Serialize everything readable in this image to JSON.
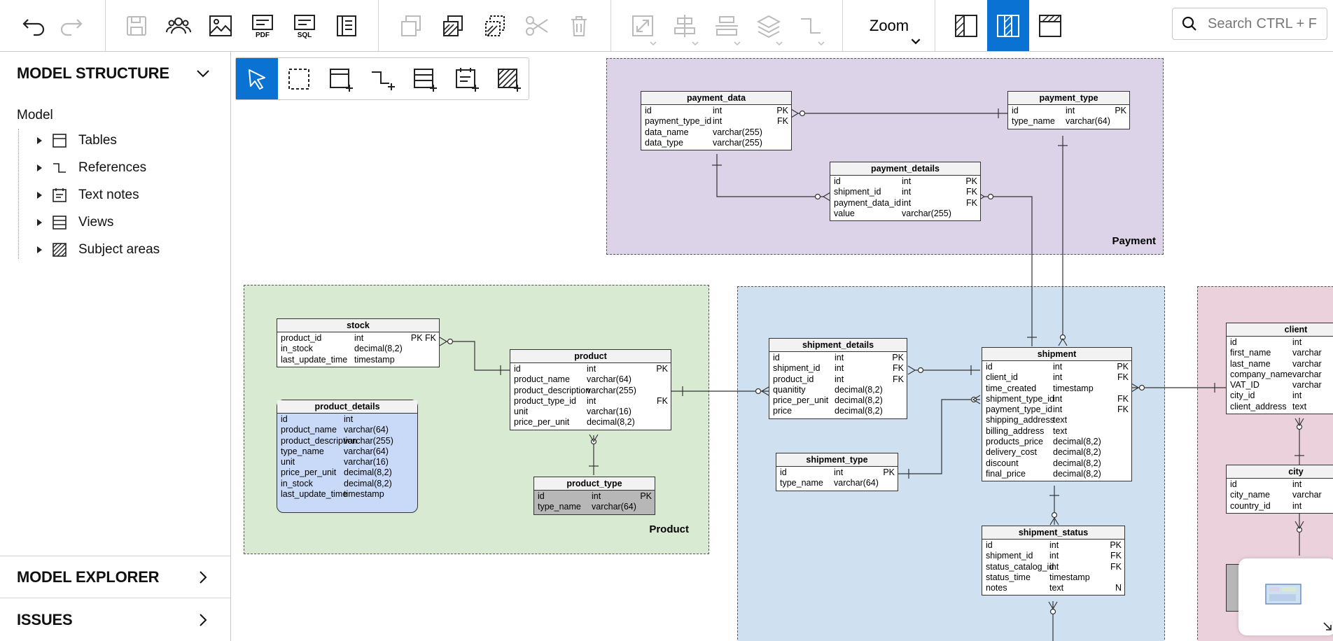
{
  "toolbar": {
    "zoom_label": "Zoom",
    "search_placeholder": "Search",
    "search_shortcut": "CTRL + F",
    "pdf_label": "PDF",
    "sql_label": "SQL"
  },
  "left_panel": {
    "model_structure": "MODEL STRUCTURE",
    "model_label": "Model",
    "tree_items": [
      {
        "label": "Tables",
        "icon": "table-icon"
      },
      {
        "label": "References",
        "icon": "reference-icon"
      },
      {
        "label": "Text notes",
        "icon": "text-note-icon"
      },
      {
        "label": "Views",
        "icon": "view-icon"
      },
      {
        "label": "Subject areas",
        "icon": "subject-area-icon"
      }
    ],
    "model_explorer": "MODEL EXPLORER",
    "issues": "ISSUES"
  },
  "areas": {
    "payment": "Payment",
    "product": "Product"
  },
  "tables": {
    "payment_data": {
      "name": "payment_data",
      "rows": [
        [
          "id",
          "int",
          "PK"
        ],
        [
          "payment_type_id",
          "int",
          "FK"
        ],
        [
          "data_name",
          "varchar(255)",
          ""
        ],
        [
          "data_type",
          "varchar(255)",
          ""
        ]
      ]
    },
    "payment_type": {
      "name": "payment_type",
      "rows": [
        [
          "id",
          "int",
          "PK"
        ],
        [
          "type_name",
          "varchar(64)",
          ""
        ]
      ]
    },
    "payment_details": {
      "name": "payment_details",
      "rows": [
        [
          "id",
          "int",
          "PK"
        ],
        [
          "shipment_id",
          "int",
          "FK"
        ],
        [
          "payment_data_id",
          "int",
          "FK"
        ],
        [
          "value",
          "varchar(255)",
          ""
        ]
      ]
    },
    "stock": {
      "name": "stock",
      "rows": [
        [
          "product_id",
          "int",
          "PK FK"
        ],
        [
          "in_stock",
          "decimal(8,2)",
          ""
        ],
        [
          "last_update_time",
          "timestamp",
          ""
        ]
      ]
    },
    "product_details": {
      "name": "product_details",
      "rows": [
        [
          "id",
          "int",
          ""
        ],
        [
          "product_name",
          "varchar(64)",
          ""
        ],
        [
          "product_description",
          "varchar(255)",
          ""
        ],
        [
          "type_name",
          "varchar(64)",
          ""
        ],
        [
          "unit",
          "varchar(16)",
          ""
        ],
        [
          "price_per_unit",
          "decimal(8,2)",
          ""
        ],
        [
          "in_stock",
          "decimal(8,2)",
          ""
        ],
        [
          "last_update_time",
          "timestamp",
          ""
        ]
      ]
    },
    "product": {
      "name": "product",
      "rows": [
        [
          "id",
          "int",
          "PK"
        ],
        [
          "product_name",
          "varchar(64)",
          ""
        ],
        [
          "product_description",
          "varchar(255)",
          ""
        ],
        [
          "product_type_id",
          "int",
          "FK"
        ],
        [
          "unit",
          "varchar(16)",
          ""
        ],
        [
          "price_per_unit",
          "decimal(8,2)",
          ""
        ]
      ]
    },
    "product_type": {
      "name": "product_type",
      "rows": [
        [
          "id",
          "int",
          "PK"
        ],
        [
          "type_name",
          "varchar(64)",
          ""
        ]
      ]
    },
    "shipment_details": {
      "name": "shipment_details",
      "rows": [
        [
          "id",
          "int",
          "PK"
        ],
        [
          "shipment_id",
          "int",
          "FK"
        ],
        [
          "product_id",
          "int",
          "FK"
        ],
        [
          "quanitity",
          "decimal(8,2)",
          ""
        ],
        [
          "price_per_unit",
          "decimal(8,2)",
          ""
        ],
        [
          "price",
          "decimal(8,2)",
          ""
        ]
      ]
    },
    "shipment_type": {
      "name": "shipment_type",
      "rows": [
        [
          "id",
          "int",
          "PK"
        ],
        [
          "type_name",
          "varchar(64)",
          ""
        ]
      ]
    },
    "shipment": {
      "name": "shipment",
      "rows": [
        [
          "id",
          "int",
          "PK"
        ],
        [
          "client_id",
          "int",
          "FK"
        ],
        [
          "time_created",
          "timestamp",
          ""
        ],
        [
          "shipment_type_id",
          "int",
          "FK"
        ],
        [
          "payment_type_id",
          "int",
          "FK"
        ],
        [
          "shipping_address",
          "text",
          ""
        ],
        [
          "billing_address",
          "text",
          ""
        ],
        [
          "products_price",
          "decimal(8,2)",
          ""
        ],
        [
          "delivery_cost",
          "decimal(8,2)",
          ""
        ],
        [
          "discount",
          "decimal(8,2)",
          ""
        ],
        [
          "final_price",
          "decimal(8,2)",
          ""
        ]
      ]
    },
    "shipment_status": {
      "name": "shipment_status",
      "rows": [
        [
          "id",
          "int",
          "PK"
        ],
        [
          "shipment_id",
          "int",
          "FK"
        ],
        [
          "status_catalog_id",
          "int",
          "FK"
        ],
        [
          "status_time",
          "timestamp",
          ""
        ],
        [
          "notes",
          "text",
          "N"
        ]
      ]
    },
    "client": {
      "name": "client",
      "rows": [
        [
          "id",
          "int",
          ""
        ],
        [
          "first_name",
          "varchar",
          ""
        ],
        [
          "last_name",
          "varchar",
          ""
        ],
        [
          "company_name",
          "varchar",
          ""
        ],
        [
          "VAT_ID",
          "varchar",
          ""
        ],
        [
          "city_id",
          "int",
          ""
        ],
        [
          "client_address",
          "text",
          ""
        ]
      ]
    },
    "city": {
      "name": "city",
      "rows": [
        [
          "id",
          "int",
          ""
        ],
        [
          "city_name",
          "varchar",
          ""
        ],
        [
          "country_id",
          "int",
          ""
        ]
      ]
    }
  },
  "colors": {
    "accent": "#0972d3",
    "payment_area": "#ddd3e8",
    "product_area": "#d9ead3",
    "shipment_area": "#cfe0f1",
    "client_area": "#ead1dc",
    "product_details_fill": "#c9daf8",
    "product_type_fill": "#b7b7b7"
  }
}
